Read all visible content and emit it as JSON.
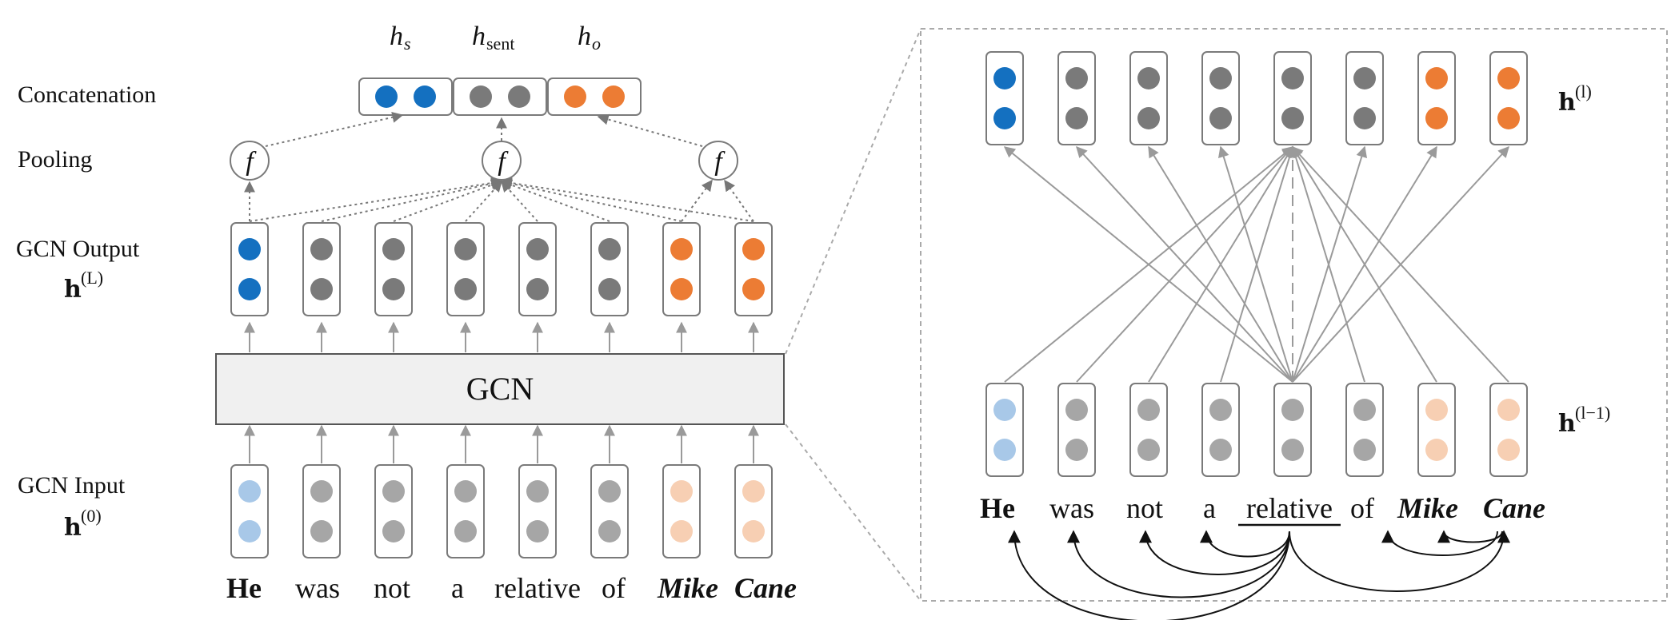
{
  "colors": {
    "subject": "#1470c0",
    "subject_light": "#a8c8e8",
    "object": "#ec7c34",
    "object_light": "#f7cfb3",
    "context": "#7a7a7a",
    "context_light": "#a6a6a6",
    "gcn_box_fill": "#f0f0f0"
  },
  "left": {
    "labels": {
      "concatenation": "Concatenation",
      "pooling": "Pooling",
      "gcn_output": "GCN Output",
      "gcn_output_symbol": "h",
      "gcn_output_sup": "(L)",
      "gcn_input": "GCN Input",
      "gcn_input_symbol": "h",
      "gcn_input_sup": "(0)"
    },
    "concat_heads": [
      {
        "base": "h",
        "sub": "s"
      },
      {
        "base": "h",
        "sub": "sent"
      },
      {
        "base": "h",
        "sub": "o"
      }
    ],
    "pool_symbol": "f",
    "gcn_box_label": "GCN",
    "sentence": [
      {
        "text": "He",
        "role": "subject"
      },
      {
        "text": "was",
        "role": "context"
      },
      {
        "text": "not",
        "role": "context"
      },
      {
        "text": "a",
        "role": "context"
      },
      {
        "text": "relative",
        "role": "context"
      },
      {
        "text": "of",
        "role": "context"
      },
      {
        "text": "Mike",
        "role": "object"
      },
      {
        "text": "Cane",
        "role": "object"
      }
    ]
  },
  "right": {
    "labels": {
      "layer_l_symbol": "h",
      "layer_l_sup": "(l)",
      "layer_lm1_symbol": "h",
      "layer_lm1_sup": "(l−1)"
    },
    "sentence": [
      {
        "text": "He",
        "role": "subject"
      },
      {
        "text": "was",
        "role": "context"
      },
      {
        "text": "not",
        "role": "context"
      },
      {
        "text": "a",
        "role": "context"
      },
      {
        "text": "relative",
        "role": "context",
        "underlined": true
      },
      {
        "text": "of",
        "role": "context"
      },
      {
        "text": "Mike",
        "role": "object"
      },
      {
        "text": "Cane",
        "role": "object"
      }
    ],
    "head_token_index": 4
  }
}
